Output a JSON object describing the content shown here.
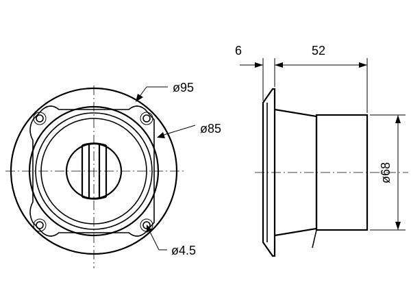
{
  "front_view": {
    "outer_diameter_label": "ø95",
    "inner_diameter_label": "ø85",
    "hole_diameter_label": "ø4.5"
  },
  "side_view": {
    "flange_thickness_label": "6",
    "depth_label": "52",
    "body_diameter_label": "ø68"
  },
  "colors": {
    "line": "#000000",
    "background": "#ffffff"
  }
}
